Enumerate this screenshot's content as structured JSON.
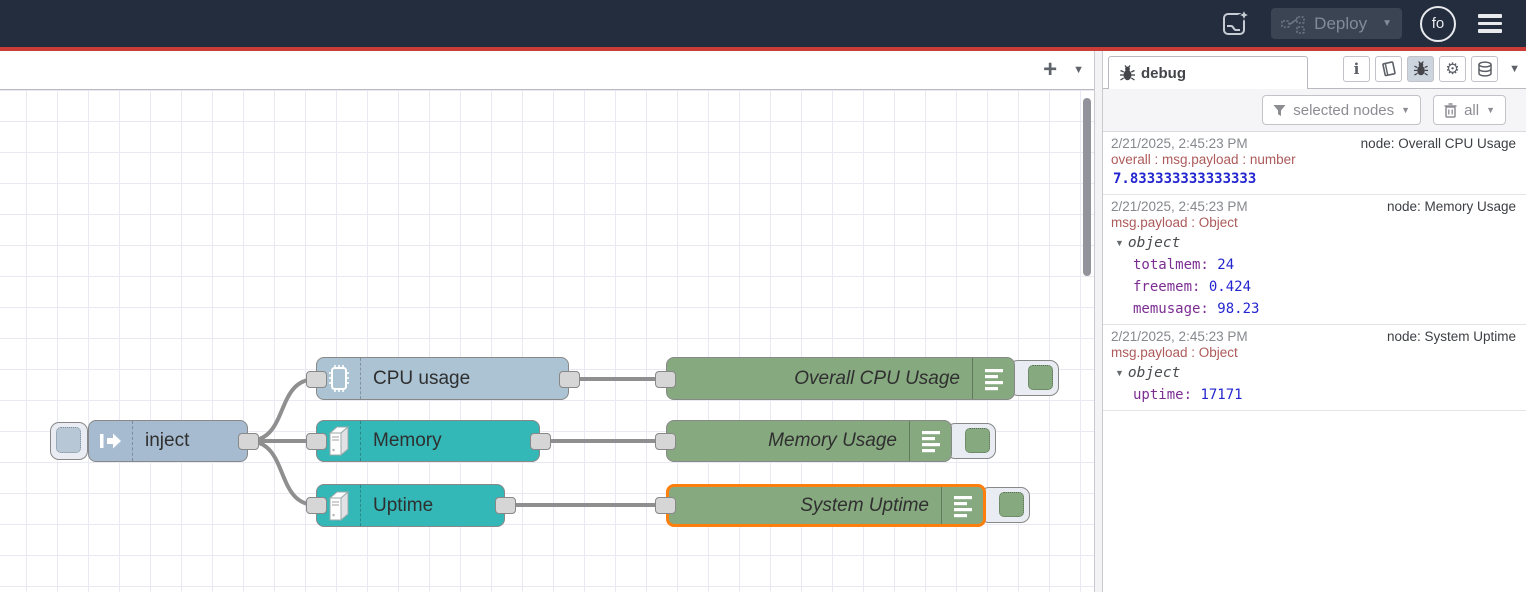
{
  "header": {
    "deploy": {
      "label": "Deploy"
    },
    "avatar": {
      "initials": "fo"
    }
  },
  "workspace": {
    "add_flow": "+"
  },
  "icons": {
    "caret_down": "▼",
    "caret_small": "▼",
    "info": "i",
    "gear": "⚙"
  },
  "flow": {
    "inject_label": "inject",
    "cpu_label": "CPU usage",
    "memory_label": "Memory",
    "uptime_label": "Uptime",
    "debug_cpu_label": "Overall CPU Usage",
    "debug_memory_label": "Memory Usage",
    "debug_uptime_label": "System Uptime"
  },
  "sidebar": {
    "debug_tab_label": "debug",
    "filter_button_label": "selected nodes",
    "clear_button_label": "all"
  },
  "debug_messages": [
    {
      "timestamp": "2/21/2025, 2:45:23 PM",
      "node": "node: Overall CPU Usage",
      "property": "overall : msg.payload : number",
      "value": "7.833333333333333"
    },
    {
      "timestamp": "2/21/2025, 2:45:23 PM",
      "node": "node: Memory Usage",
      "property": "msg.payload : Object",
      "object_label": "object",
      "fields": [
        {
          "key": "totalmem:",
          "value": "24"
        },
        {
          "key": "freemem:",
          "value": "0.424"
        },
        {
          "key": "memusage:",
          "value": "98.23"
        }
      ]
    },
    {
      "timestamp": "2/21/2025, 2:45:23 PM",
      "node": "node: System Uptime",
      "property": "msg.payload : Object",
      "object_label": "object",
      "fields": [
        {
          "key": "uptime:",
          "value": "17171"
        }
      ]
    }
  ],
  "colors": {
    "header_bg": "#232d3e",
    "header_accent_red": "#cc3c36",
    "node_inject_blue": "#a6bbcf",
    "node_os_teal": "#34b7b7",
    "node_debug_green": "#87a980",
    "selection_orange": "#ff7f0e"
  }
}
